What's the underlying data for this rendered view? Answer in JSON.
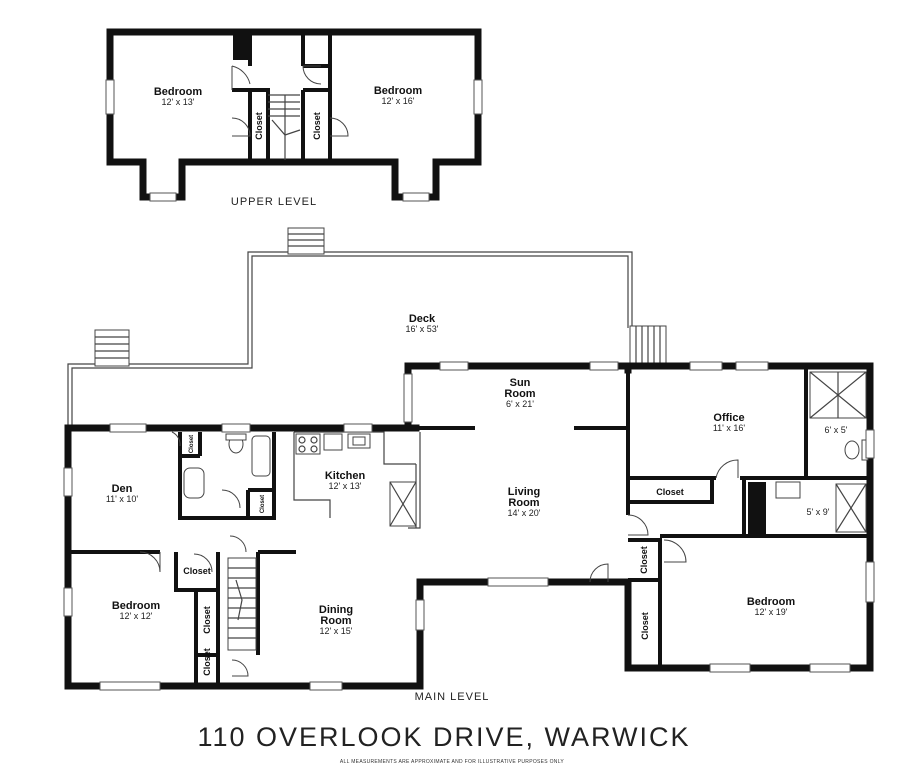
{
  "upper_level": {
    "label": "UPPER LEVEL",
    "rooms": [
      {
        "name": "Bedroom",
        "dims": "12' x 13'"
      },
      {
        "name": "Bedroom",
        "dims": "12' x 16'"
      }
    ],
    "closets": [
      "Closet",
      "Closet"
    ]
  },
  "main_level": {
    "label": "MAIN LEVEL",
    "deck": {
      "name": "Deck",
      "dims": "16' x 53'"
    },
    "sun_room": {
      "name_line1": "Sun",
      "name_line2": "Room",
      "dims": "6' x 21'"
    },
    "office": {
      "name": "Office",
      "dims": "11' x 16'"
    },
    "bath_small": {
      "dims": "6' x 5'"
    },
    "den": {
      "name": "Den",
      "dims": "11' x 10'"
    },
    "kitchen": {
      "name": "Kitchen",
      "dims": "12' x 13'"
    },
    "living_room": {
      "name_line1": "Living",
      "name_line2": "Room",
      "dims": "14' x 20'"
    },
    "bath_large": {
      "dims": "5' x 9'"
    },
    "bedroom_left": {
      "name": "Bedroom",
      "dims": "12' x 12'"
    },
    "dining_room": {
      "name_line1": "Dining",
      "name_line2": "Room",
      "dims": "12' x 15'"
    },
    "bedroom_right": {
      "name": "Bedroom",
      "dims": "12' x 19'"
    },
    "closets": {
      "office_closet": "Closet",
      "hall_closet_right": "Closet",
      "bedroom_right_closet": "Closet",
      "bedroom_left_closet": "Closet",
      "hall_closet_left": "Closet",
      "entry_closet": "Closet",
      "bath_closet": "Closet",
      "bath_closet_small": "Closet"
    }
  },
  "footer": {
    "address": "110 OVERLOOK DRIVE, WARWICK",
    "disclaimer": "ALL MEASUREMENTS ARE APPROXIMATE AND FOR ILLUSTRATIVE PURPOSES ONLY"
  }
}
